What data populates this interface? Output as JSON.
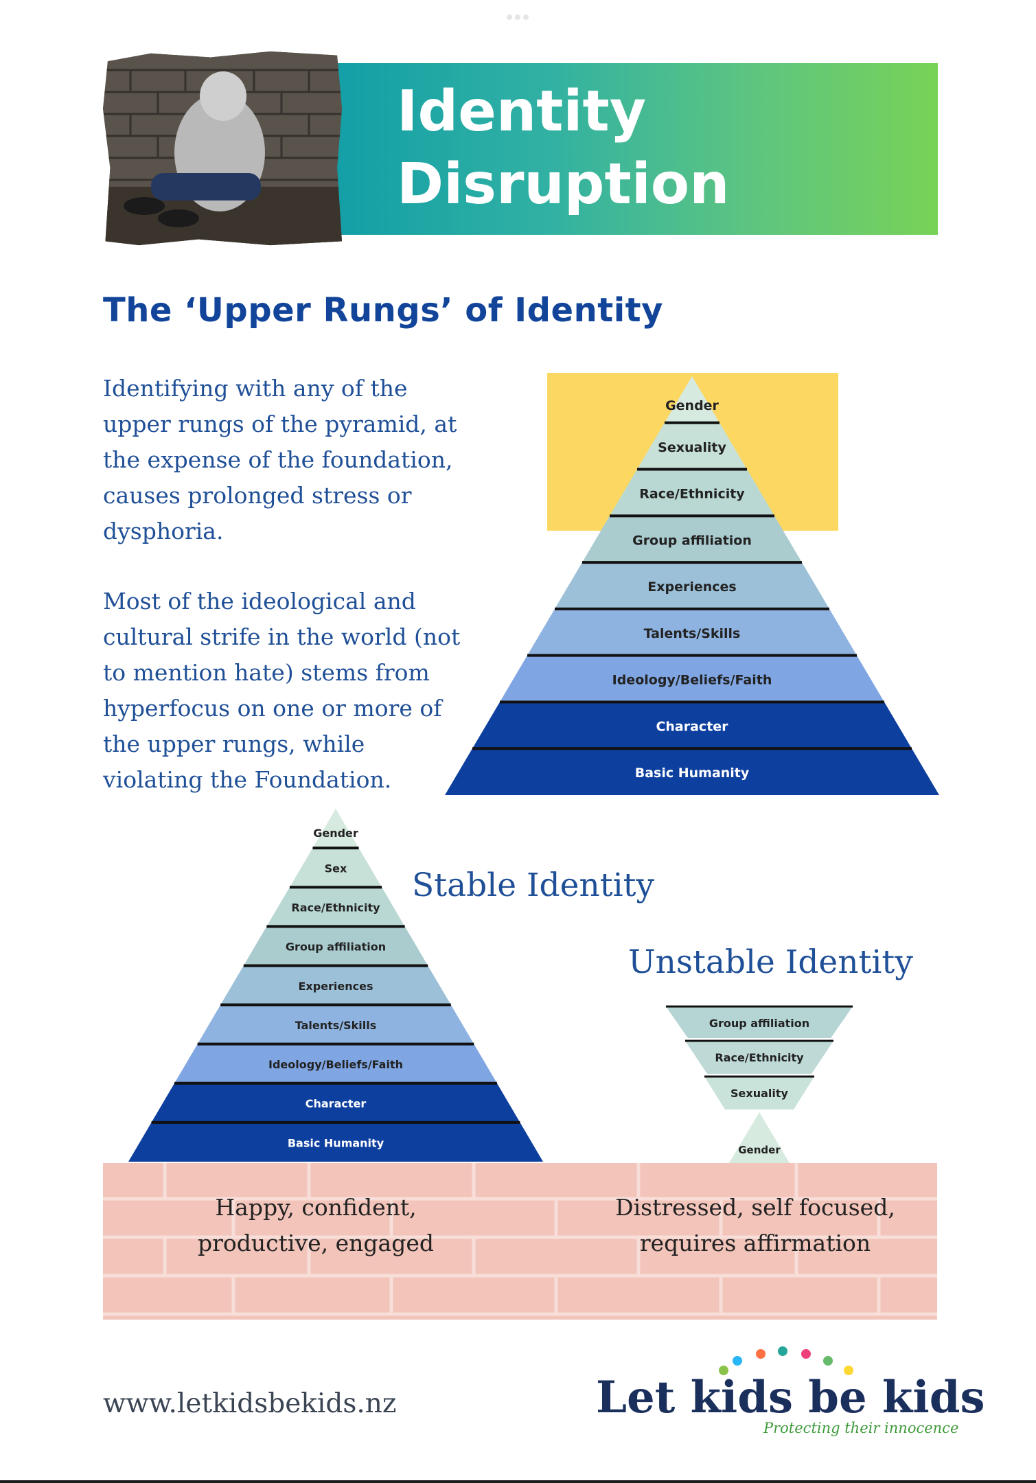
{
  "header": {
    "title_line1": "Identity",
    "title_line2": "Disruption"
  },
  "subtitle": "The ‘Upper Rungs’ of Identity",
  "intro": {
    "para1": [
      "Identifying with any of the",
      "upper rungs of the pyramid, at",
      "the expense of the foundation,",
      "causes prolonged stress or",
      "dysphoria."
    ],
    "para2": [
      "Most of the ideological and",
      "cultural strife in the world (not",
      "to mention hate) stems from",
      "hyperfocus on one or more of",
      "the upper rungs, while",
      "violating the Foundation."
    ]
  },
  "main_pyramid": {
    "levels": [
      "Gender",
      "Sexuality",
      "Race/Ethnicity",
      "Group affiliation",
      "Experiences",
      "Talents/Skills",
      "Ideology/Beliefs/Faith",
      "Character",
      "Basic Humanity"
    ],
    "highlight_color": "#fcd862"
  },
  "stable": {
    "title": "Stable Identity",
    "levels": [
      "Gender",
      "Sex",
      "Race/Ethnicity",
      "Group affiliation",
      "Experiences",
      "Talents/Skills",
      "Ideology/Beliefs/Faith",
      "Character",
      "Basic Humanity"
    ],
    "caption": [
      "Happy, confident,",
      "productive, engaged"
    ]
  },
  "unstable": {
    "title": "Unstable Identity",
    "levels": [
      "Group affiliation",
      "Race/Ethnicity",
      "Sexuality",
      "Gender"
    ],
    "caption": [
      "Distressed, self focused,",
      "requires affirmation"
    ]
  },
  "footer": {
    "url": "www.letkidsbekids.nz",
    "logo": "Let kids be kids",
    "tagline": "Protecting their innocence"
  },
  "colors": {
    "title_blue": "#12459a",
    "text_blue": "#1f4f97",
    "banner_start": "#139fa6",
    "banner_end": "#78d257",
    "brick": "#f2c4ba",
    "tier_light": "#d6eadf",
    "tier_dark": "#0d3f9f"
  }
}
